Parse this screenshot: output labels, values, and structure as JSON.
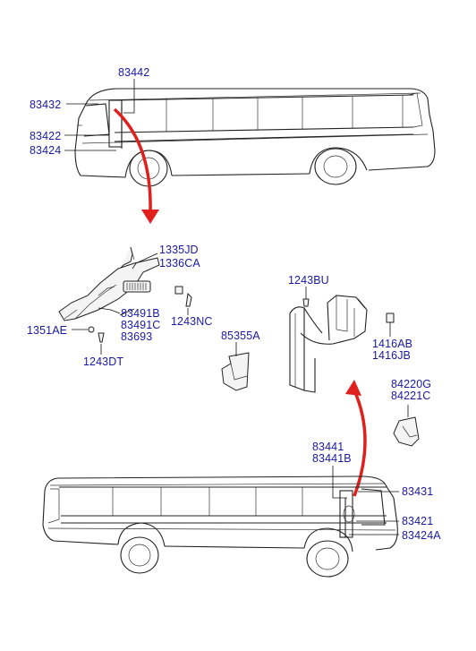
{
  "labels": {
    "top_83442": "83442",
    "top_83432": "83432",
    "top_83422": "83422",
    "top_83424": "83424",
    "mid_1335JD": "1335JD",
    "mid_1336CA": "1336CA",
    "mid_83491B": "83491B",
    "mid_83491C": "83491C",
    "mid_83693": "83693",
    "mid_1351AE": "1351AE",
    "mid_1243DT": "1243DT",
    "mid_1243NC": "1243NC",
    "mid_85355A": "85355A",
    "mid_1243BU": "1243BU",
    "mid_1416AB": "1416AB",
    "mid_1416JB": "1416JB",
    "mid_84220G": "84220G",
    "mid_84221C": "84221C",
    "bot_83441": "83441",
    "bot_83441B": "83441B",
    "bot_83431": "83431",
    "bot_83421": "83421",
    "bot_83424A": "83424A"
  },
  "colors": {
    "label": "#1a1aa0",
    "arrow": "#e0201c",
    "line": "#222222"
  }
}
